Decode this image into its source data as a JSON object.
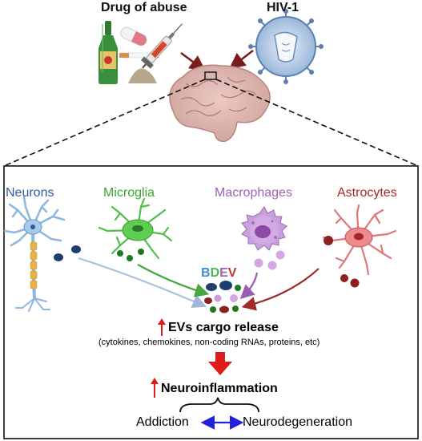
{
  "header": {
    "drug_label": "Drug of abuse",
    "virus_label": "HIV-1"
  },
  "cells": [
    {
      "name": "Neurons",
      "color": "#2e5d9b"
    },
    {
      "name": "Microglia",
      "color": "#3aa535"
    },
    {
      "name": "Macrophages",
      "color": "#a061b8"
    },
    {
      "name": "Astrocytes",
      "color": "#a8262a"
    }
  ],
  "bdev": [
    {
      "letter": "B",
      "color": "#3b8fd6"
    },
    {
      "letter": "D",
      "color": "#4cb848"
    },
    {
      "letter": "E",
      "color": "#a061b8"
    },
    {
      "letter": "V",
      "color": "#c0392b"
    }
  ],
  "cargo": {
    "title": "EVs cargo release",
    "subtitle": "(cytokines, chemokines, non-coding RNAs, proteins, etc)"
  },
  "inflammation": {
    "title": "Neuroinflammation"
  },
  "outcomes": {
    "left": "Addiction",
    "right": "Neurodegeneration"
  },
  "colors": {
    "up_arrow": "#e01b1b",
    "double_arrow": "#2222dd",
    "pointer_arrow": "#8b1a1a"
  }
}
